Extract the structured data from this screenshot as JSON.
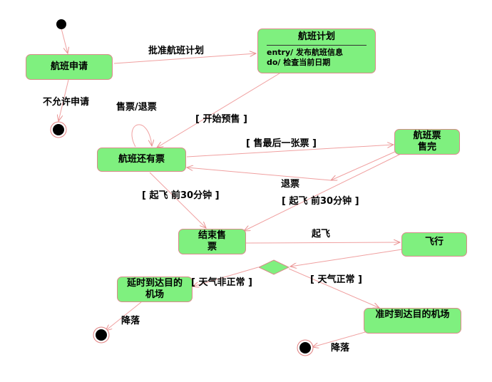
{
  "states": {
    "apply": "航班申请",
    "plan": "航班计划",
    "plan_entry": "entry/ 发布航班信息",
    "plan_do": "do/ 检查当前日期",
    "tickets_left": "航班还有票",
    "sold_out": "航班票售完",
    "end_sale": "结束售票",
    "flying": "飞行",
    "delayed": "延时到达目的机场",
    "ontime": "准时到达目的机场"
  },
  "transitions": {
    "approve": "批准航班计划",
    "reject": "不允许申请",
    "sell_refund": "售票/退票",
    "start_presale": "[ 开始预售 ]",
    "sell_last": "[ 售最后一张票 ]",
    "refund": "退票",
    "before_takeoff_1": "[ 起飞 前30分钟 ]",
    "before_takeoff_2": "[ 起飞 前30分钟 ]",
    "takeoff": "起飞",
    "weather_bad": "[ 天气非正常 ]",
    "weather_ok": "[ 天气正常 ]",
    "landing_1": "降落",
    "landing_2": "降落"
  },
  "colors": {
    "state_fill": "#7ff07f",
    "state_border": "#d98a8a",
    "edge": "#f0a0a0"
  }
}
